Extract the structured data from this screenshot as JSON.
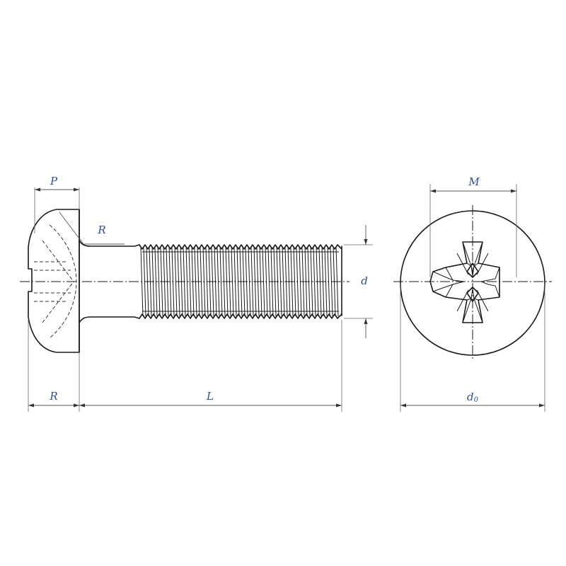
{
  "labels": {
    "head_height": "P",
    "fillet_radius": "R",
    "head_radius": "R",
    "length": "L",
    "thread_diameter": "d",
    "recess_width": "M",
    "head_diameter_base": "d",
    "head_diameter_sub": "0"
  },
  "colors": {
    "label": "#2d4f8a",
    "line": "#1a1a1a"
  }
}
